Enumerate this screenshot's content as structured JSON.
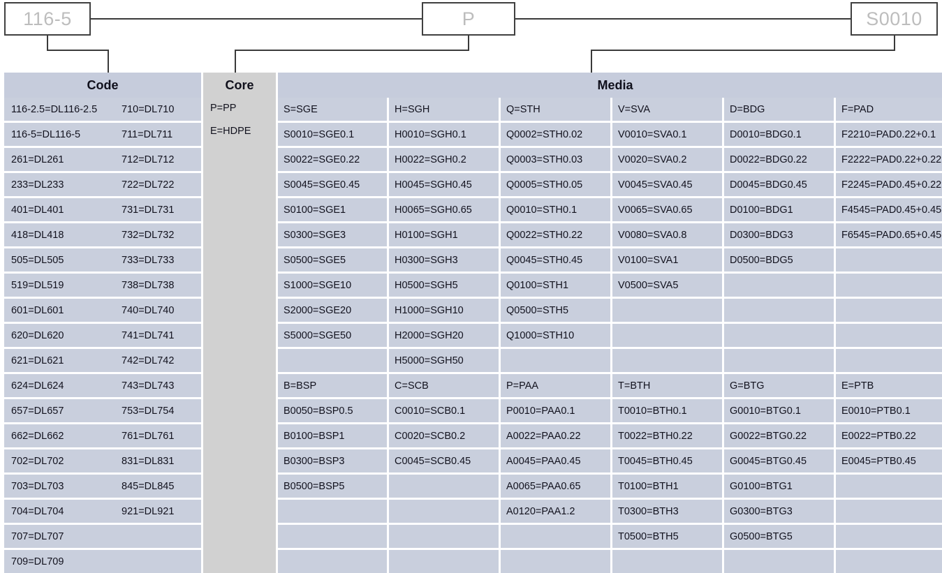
{
  "diagram": {
    "boxes": [
      {
        "name": "code-example-box",
        "value": "116-5"
      },
      {
        "name": "core-example-box",
        "value": "P"
      },
      {
        "name": "media-example-box",
        "value": "S0010"
      }
    ],
    "line_color": "#3a3a3a",
    "box_text_color": "#bdbdbd"
  },
  "table": {
    "headers": {
      "code": "Code",
      "core": "Core",
      "media": "Media"
    },
    "colors": {
      "header_blue": "#c6ccdc",
      "cell_blue": "#c9cfdd",
      "core_gray": "#d1d1d1",
      "background": "#ffffff"
    },
    "code_column": {
      "rows": [
        {
          "left": "116-2.5=DL116-2.5",
          "right": "710=DL710"
        },
        {
          "left": "116-5=DL116-5",
          "right": "711=DL711"
        },
        {
          "left": "261=DL261",
          "right": "712=DL712"
        },
        {
          "left": "233=DL233",
          "right": "722=DL722"
        },
        {
          "left": "401=DL401",
          "right": "731=DL731"
        },
        {
          "left": "418=DL418",
          "right": "732=DL732"
        },
        {
          "left": "505=DL505",
          "right": "733=DL733"
        },
        {
          "left": "519=DL519",
          "right": "738=DL738"
        },
        {
          "left": "601=DL601",
          "right": "740=DL740"
        },
        {
          "left": "620=DL620",
          "right": "741=DL741"
        },
        {
          "left": "621=DL621",
          "right": "742=DL742"
        },
        {
          "left": "624=DL624",
          "right": "743=DL743"
        },
        {
          "left": "657=DL657",
          "right": "753=DL754"
        },
        {
          "left": "662=DL662",
          "right": "761=DL761"
        },
        {
          "left": "702=DL702",
          "right": "831=DL831"
        },
        {
          "left": "703=DL703",
          "right": "845=DL845"
        },
        {
          "left": "704=DL704",
          "right": "921=DL921"
        },
        {
          "left": "707=DL707",
          "right": ""
        },
        {
          "left": "709=DL709",
          "right": ""
        }
      ]
    },
    "core_column": {
      "items": [
        "P=PP",
        "E=HDPE"
      ]
    },
    "media_columns": [
      {
        "id": "media-col-1",
        "top_block": [
          "S=SGE",
          "S0010=SGE0.1",
          "S0022=SGE0.22",
          "S0045=SGE0.45",
          "S0100=SGE1",
          "S0300=SGE3",
          "S0500=SGE5",
          "S1000=SGE10",
          "S2000=SGE20",
          "S5000=SGE50"
        ],
        "bottom_block": [
          "B=BSP",
          "B0050=BSP0.5",
          "B0100=BSP1",
          "B0300=BSP3",
          "B0500=BSP5"
        ]
      },
      {
        "id": "media-col-2",
        "top_block": [
          "H=SGH",
          "H0010=SGH0.1",
          "H0022=SGH0.2",
          "H0045=SGH0.45",
          "H0065=SGH0.65",
          "H0100=SGH1",
          "H0300=SGH3",
          "H0500=SGH5",
          "H1000=SGH10",
          "H2000=SGH20",
          "H5000=SGH50"
        ],
        "bottom_block": [
          "C=SCB",
          "C0010=SCB0.1",
          "C0020=SCB0.2",
          "C0045=SCB0.45"
        ]
      },
      {
        "id": "media-col-3",
        "top_block": [
          "Q=STH",
          "Q0002=STH0.02",
          "Q0003=STH0.03",
          "Q0005=STH0.05",
          "Q0010=STH0.1",
          "Q0022=STH0.22",
          "Q0045=STH0.45",
          "Q0100=STH1",
          "Q0500=STH5",
          "Q1000=STH10"
        ],
        "bottom_block": [
          "P=PAA",
          "P0010=PAA0.1",
          "A0022=PAA0.22",
          "A0045=PAA0.45",
          "A0065=PAA0.65",
          "A0120=PAA1.2"
        ]
      },
      {
        "id": "media-col-4",
        "top_block": [
          "V=SVA",
          "V0010=SVA0.1",
          "V0020=SVA0.2",
          "V0045=SVA0.45",
          "V0065=SVA0.65",
          "V0080=SVA0.8",
          "V0100=SVA1",
          "V0500=SVA5"
        ],
        "bottom_block": [
          "T=BTH",
          "T0010=BTH0.1",
          "T0022=BTH0.22",
          "T0045=BTH0.45",
          "T0100=BTH1",
          "T0300=BTH3",
          "T0500=BTH5"
        ]
      },
      {
        "id": "media-col-5",
        "top_block": [
          "D=BDG",
          "D0010=BDG0.1",
          "D0022=BDG0.22",
          "D0045=BDG0.45",
          "D0100=BDG1",
          "D0300=BDG3",
          "D0500=BDG5"
        ],
        "bottom_block": [
          "G=BTG",
          "G0010=BTG0.1",
          "G0022=BTG0.22",
          "G0045=BTG0.45",
          "G0100=BTG1",
          "G0300=BTG3",
          "G0500=BTG5"
        ]
      },
      {
        "id": "media-col-6",
        "top_block": [
          "F=PAD",
          "F2210=PAD0.22+0.1",
          "F2222=PAD0.22+0.22",
          "F2245=PAD0.45+0.22",
          "F4545=PAD0.45+0.45",
          "F6545=PAD0.65+0.45"
        ],
        "bottom_block": [
          "E=PTB",
          "E0010=PTB0.1",
          "E0022=PTB0.22",
          "E0045=PTB0.45"
        ]
      }
    ],
    "layout": {
      "top_block_rows": 11,
      "bottom_block_rows": 8,
      "total_rows": 19
    }
  }
}
